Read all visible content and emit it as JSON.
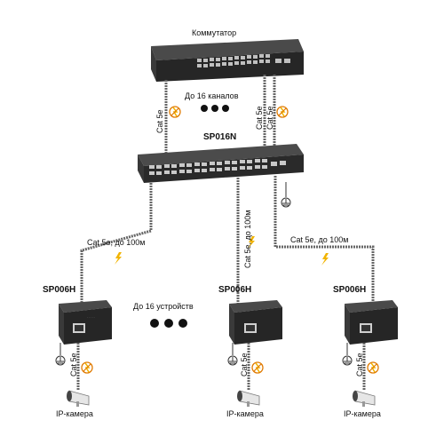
{
  "switch": {
    "label": "Коммутатор"
  },
  "uplink": {
    "cable_left": "Cat 5e",
    "cable_right1": "Cat 5e",
    "cable_right2": "Cat 5e",
    "channels": "До 16 каналов"
  },
  "hub": {
    "model": "SP016N"
  },
  "links": {
    "left": "Cat 5e, до 100м",
    "middle": "Cat 5e, до 100м",
    "right": "Cat 5e, до 100м"
  },
  "devices": {
    "count_label": "До 16 устройств",
    "left_model": "SP006H",
    "middle_model": "SP006H",
    "right_model": "SP006H"
  },
  "camera_cables": {
    "left": "Cat 5e",
    "middle": "Cat 5e",
    "right": "Cat 5e"
  },
  "cameras": {
    "left": "IP-камера",
    "middle": "IP-камера",
    "right": "IP-камера"
  },
  "colors": {
    "device": "#2b2b2b",
    "bolt": "#f2b400",
    "cable": "#555555"
  }
}
